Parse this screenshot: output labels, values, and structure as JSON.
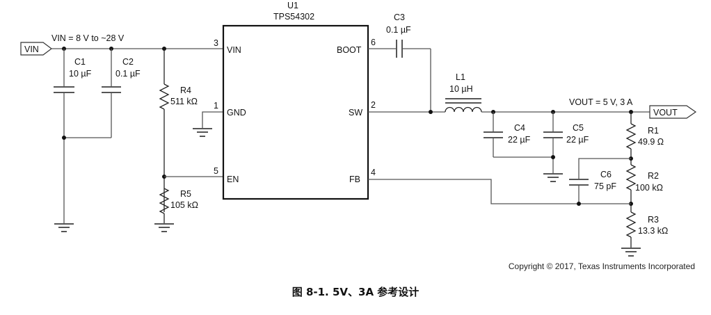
{
  "figure": {
    "caption": "图 8-1. 5V、3A 参考设计",
    "copyright": "Copyright © 2017, Texas Instruments Incorporated"
  },
  "ic": {
    "refdes": "U1",
    "part": "TPS54302",
    "pins": [
      {
        "num": "3",
        "name": "VIN"
      },
      {
        "num": "1",
        "name": "GND"
      },
      {
        "num": "5",
        "name": "EN"
      },
      {
        "num": "6",
        "name": "BOOT"
      },
      {
        "num": "2",
        "name": "SW"
      },
      {
        "num": "4",
        "name": "FB"
      }
    ]
  },
  "ports": {
    "vin": {
      "label": "VIN",
      "net_note": "VIN = 8 V to ~28 V"
    },
    "vout": {
      "label": "VOUT",
      "net_note": "VOUT = 5 V, 3 A"
    }
  },
  "components": {
    "C1": {
      "ref": "C1",
      "value": "10 µF"
    },
    "C2": {
      "ref": "C2",
      "value": "0.1 µF"
    },
    "C3": {
      "ref": "C3",
      "value": "0.1 µF"
    },
    "C4": {
      "ref": "C4",
      "value": "22 µF"
    },
    "C5": {
      "ref": "C5",
      "value": "22 µF"
    },
    "C6": {
      "ref": "C6",
      "value": "75 pF"
    },
    "L1": {
      "ref": "L1",
      "value": "10 µH"
    },
    "R1": {
      "ref": "R1",
      "value": "49.9 Ω"
    },
    "R2": {
      "ref": "R2",
      "value": "100 kΩ"
    },
    "R3": {
      "ref": "R3",
      "value": "13.3 kΩ"
    },
    "R4": {
      "ref": "R4",
      "value": "511 kΩ"
    },
    "R5": {
      "ref": "R5",
      "value": "105 kΩ"
    }
  }
}
